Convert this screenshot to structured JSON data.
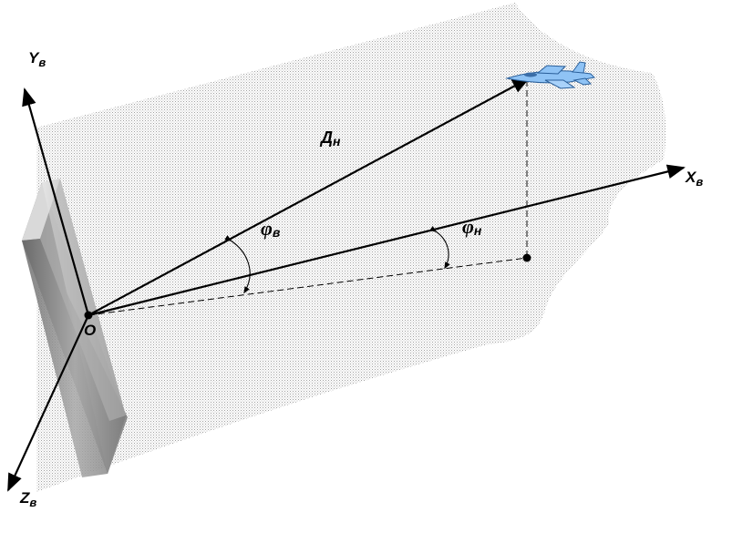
{
  "axes": {
    "y": {
      "letter": "Y",
      "sub": "в"
    },
    "x": {
      "letter": "X",
      "sub": "в"
    },
    "z": {
      "letter": "Z",
      "sub": "в"
    }
  },
  "origin_label": "O",
  "range_label": {
    "letter": "Д",
    "sub": "н"
  },
  "elevation_angle": {
    "letter": "φ",
    "sub": "в"
  },
  "azimuth_angle": {
    "letter": "φ",
    "sub": "н"
  },
  "icons": {
    "aircraft": "jet-aircraft-icon",
    "antenna": "antenna-panel-icon"
  },
  "colors": {
    "plane_fill": "#8fc3f5",
    "plane_stroke": "#2a5f9a",
    "panel_dark": "#5e5e5e",
    "panel_light": "#cfcfcf",
    "stipple": "#9a9a9a"
  }
}
